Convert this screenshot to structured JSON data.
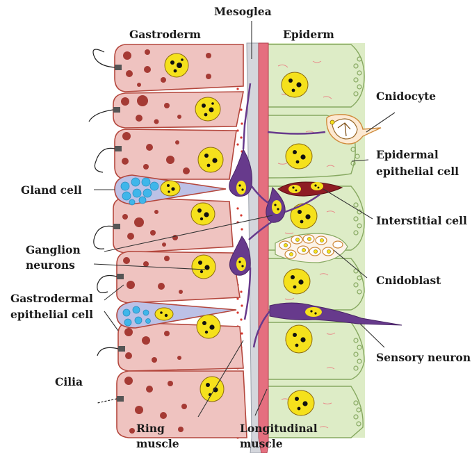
{
  "labels": {
    "mesoglea": "Mesoglea",
    "gastroderm": "Gastroderm",
    "epiderm": "Epiderm",
    "cnidocyte": "Cnidocyte",
    "epidermal_epithelial_cell": [
      "Epidermal",
      "epithelial cell"
    ],
    "gland_cell": "Gland cell",
    "interstitial_cell": "Interstitial cell",
    "ganglion_neurons": [
      "Ganglion",
      "neurons"
    ],
    "cnidoblast": "Cnidoblast",
    "gastrodermal_epithelial_cell": [
      "Gastrodermal",
      "epithelial cell"
    ],
    "sensory_neuron": "Sensory neuron",
    "cilia": "Cilia",
    "ring_muscle": [
      "Ring",
      "muscle"
    ],
    "longitudinal_muscle": [
      "Longitudinal",
      "muscle"
    ]
  },
  "colors": {
    "gastroderm_cell": "#efc3c0",
    "gastroderm_outline": "#b4473d",
    "granule": "#a53a34",
    "nucleus": "#f5e11c",
    "mesoglea": "#d4d6dc",
    "epiderm_cell": "#ddecc6",
    "epiderm_outline": "#86a860",
    "neuron": "#673a8c",
    "gland_cell": "#bcc1e6",
    "gland_granule": "#3fb6ea",
    "interstitial": "#8e1d24",
    "muscle": "#e56f7f"
  }
}
